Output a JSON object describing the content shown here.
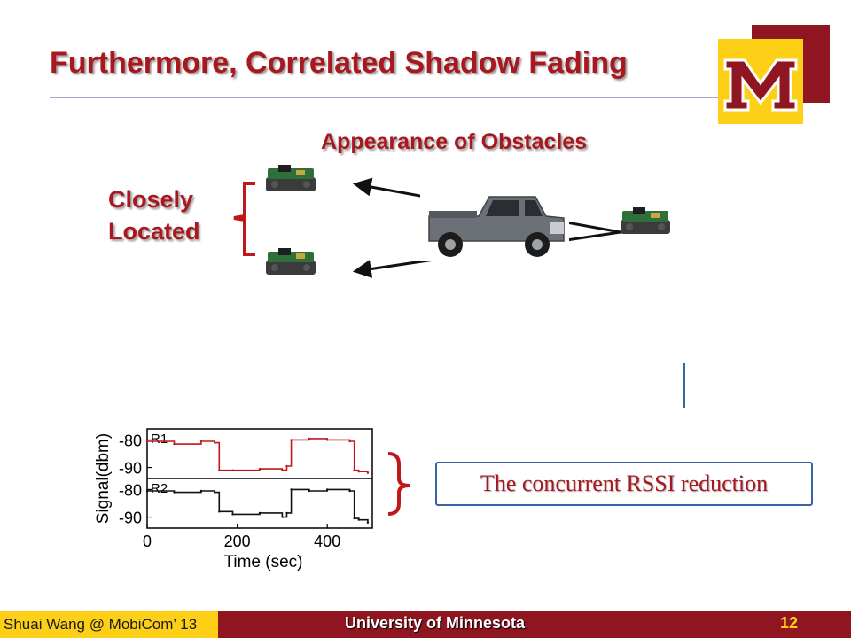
{
  "slide": {
    "title": "Furthermore, Correlated Shadow Fading",
    "obstacle_heading": "Appearance of Obstacles",
    "closely_label_line1": "Closely",
    "closely_label_line2": "Located",
    "callout": "The concurrent RSSI reduction"
  },
  "logo": {
    "letter": "M",
    "icon": "university-m-logo-icon"
  },
  "footer": {
    "author": "Shuai Wang @ MobiCom’ 13",
    "university": "University of Minnesota",
    "page": "12"
  },
  "colors": {
    "accent": "#a8181e",
    "maroon": "#8f1620",
    "gold": "#fdd017",
    "series_r1": "#c0181a",
    "series_r2": "#111111",
    "callout_border": "#3a62a8"
  },
  "chart_data": {
    "type": "line",
    "xlabel": "Time (sec)",
    "ylabel": "Signal(dbm)",
    "xlim": [
      0,
      500
    ],
    "xticks": [
      0,
      200,
      400
    ],
    "panels": [
      {
        "name": "R1",
        "ylim": [
          -94,
          -76
        ],
        "yticks": [
          -80,
          -90
        ],
        "x": [
          0,
          60,
          120,
          150,
          160,
          190,
          250,
          300,
          310,
          320,
          360,
          400,
          450,
          460,
          470,
          490
        ],
        "y": [
          -80.5,
          -81.5,
          -80.5,
          -81,
          -91,
          -91,
          -90.5,
          -91,
          -89.5,
          -80,
          -79.5,
          -80,
          -80.5,
          -91,
          -91.5,
          -92
        ]
      },
      {
        "name": "R2",
        "ylim": [
          -94,
          -76
        ],
        "yticks": [
          -80,
          -90
        ],
        "x": [
          0,
          60,
          120,
          150,
          160,
          190,
          250,
          300,
          310,
          320,
          360,
          400,
          450,
          460,
          470,
          490
        ],
        "y": [
          -80.5,
          -81,
          -80.5,
          -81,
          -88,
          -89,
          -88.5,
          -90,
          -88.5,
          -80,
          -80.5,
          -80,
          -80.5,
          -90.5,
          -91,
          -92
        ]
      }
    ]
  }
}
